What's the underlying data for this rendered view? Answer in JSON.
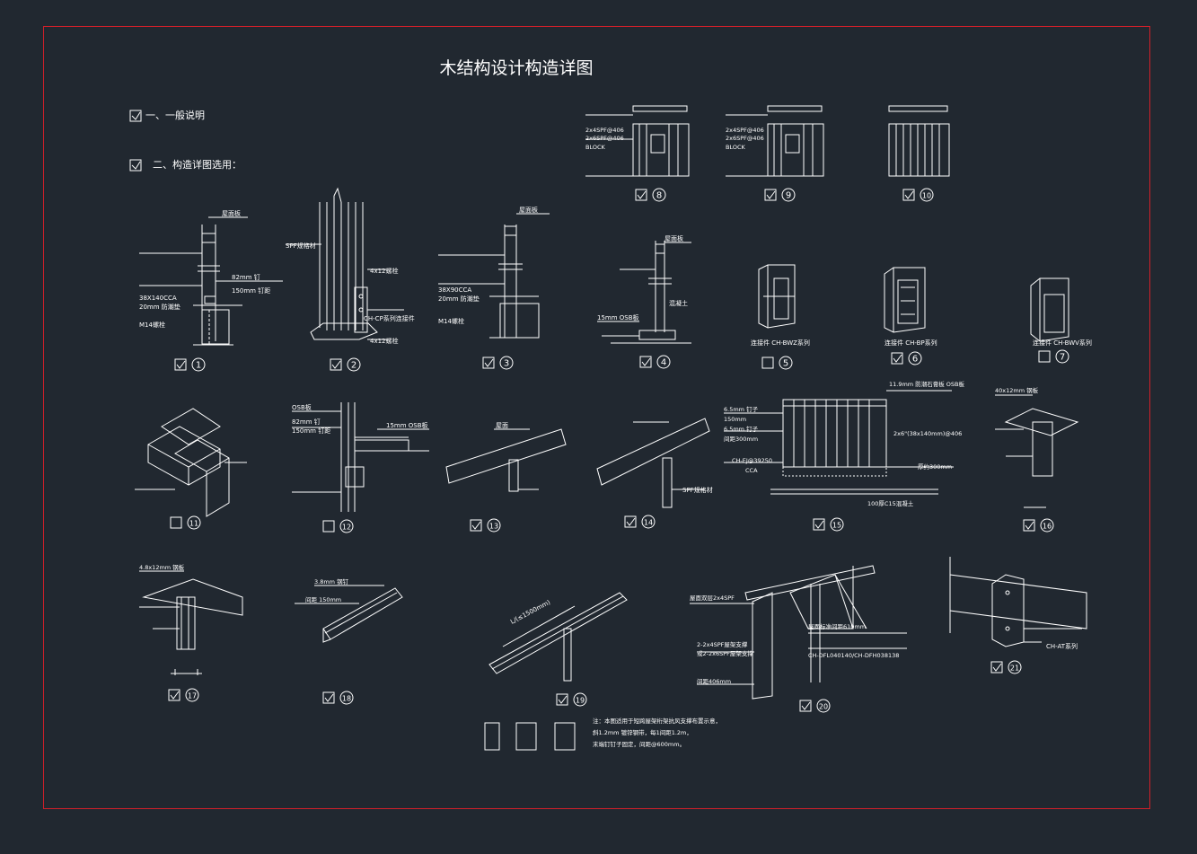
{
  "title": "木结构设计构造详图",
  "sections": [
    {
      "label": "一、一般说明",
      "checked": true
    },
    {
      "label": "二、构造详图选用：",
      "checked": true
    }
  ],
  "details": [
    {
      "no": "1",
      "checked": true
    },
    {
      "no": "2",
      "checked": true
    },
    {
      "no": "3",
      "checked": true
    },
    {
      "no": "4",
      "checked": true
    },
    {
      "no": "5",
      "checked": false
    },
    {
      "no": "6",
      "checked": true
    },
    {
      "no": "7",
      "checked": false
    },
    {
      "no": "8",
      "checked": true
    },
    {
      "no": "9",
      "checked": true
    },
    {
      "no": "10",
      "checked": true
    },
    {
      "no": "11",
      "checked": false
    },
    {
      "no": "12",
      "checked": false
    },
    {
      "no": "13",
      "checked": true
    },
    {
      "no": "14",
      "checked": true
    },
    {
      "no": "15",
      "checked": true
    },
    {
      "no": "16",
      "checked": true
    },
    {
      "no": "17",
      "checked": true
    },
    {
      "no": "18",
      "checked": true
    },
    {
      "no": "19",
      "checked": true
    },
    {
      "no": "20",
      "checked": true
    },
    {
      "no": "21",
      "checked": true
    }
  ],
  "labels": {
    "d1": {
      "a": "屋面板",
      "b": "82mm 钉",
      "c": "150mm 钉距",
      "d": "38X140CCA",
      "e": "20mm 防潮垫",
      "f": "M14螺栓"
    },
    "d2": {
      "a": "SPF规格材",
      "b": "4x12螺栓",
      "c": "CH-CP系列连接件",
      "d": "4x12螺栓"
    },
    "d3": {
      "a": "屋面板",
      "b": "38X90CCA",
      "c": "20mm 防潮垫",
      "d": "M14螺栓"
    },
    "d4": {
      "a": "屋面板",
      "b": "15mm OSB板",
      "c": "混凝土"
    },
    "d5": {
      "a": "连接件 CH-BWZ系列"
    },
    "d6": {
      "a": "连接件 CH-BP系列"
    },
    "d7": {
      "a": "连接件 CH-BWV系列"
    },
    "d8": {
      "a": "2x4SPF@406",
      "b": "2x6SPF@406",
      "c": "BLOCK"
    },
    "d9": {
      "a": "2x4SPF@406",
      "b": "2x6SPF@406",
      "c": "BLOCK"
    },
    "d12": {
      "a": "OSB板",
      "b": "82mm 钉",
      "c": "150mm 钉距",
      "d": "15mm OSB板"
    },
    "d13": {
      "a": "屋面"
    },
    "d14": {
      "a": "SPF规格材"
    },
    "d15": {
      "a": "11.9mm 防潮石膏板 OSB板",
      "b": "6.5mm 钉子",
      "c": "150mm",
      "d": "6.5mm 钉子",
      "e": "间距300mm",
      "f": "2x6\"(38x140mm)@406",
      "g": "CH-EJ@39250",
      "h": "CCA",
      "i": "100厚C15混凝土",
      "j": "厚约300mm"
    },
    "d16": {
      "a": "40x12mm 钢板"
    },
    "d17": {
      "a": "4.8x12mm 钢板"
    },
    "d18": {
      "a": "3.8mm 钢钉",
      "b": "间距 150mm"
    },
    "d19": {
      "a": "L/(≤1500mm)",
      "note1": "注：本图适用于短跨屋架桁架抗风支撑布置示意，",
      "note2": "斜1.2mm 镀锌钢带，每1间距1.2m，",
      "note3": "末端钉钉子固定，间距@600mm。"
    },
    "d20": {
      "a": "屋面双层2x4SPF",
      "b": "屋面标准间距610mm",
      "c": "2-2x4SPF屋架支撑",
      "d": "或2-2x6SPF屋架支撑",
      "e": "CH-DFL040140/CH-DFH038138",
      "f": "间距406mm"
    },
    "d21": {
      "a": "CH-AT系列"
    }
  }
}
